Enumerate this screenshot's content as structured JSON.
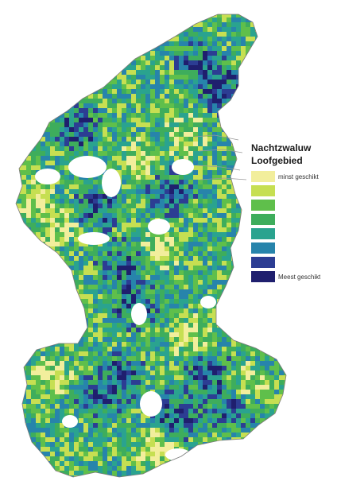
{
  "legend": {
    "title": "Nachtzwaluw",
    "subtitle": "Loofgebied",
    "classes": [
      {
        "color": "#f2ee9c",
        "label": "minst geschikt"
      },
      {
        "color": "#c6df52",
        "label": ""
      },
      {
        "color": "#5fbf4b",
        "label": ""
      },
      {
        "color": "#3ead5c",
        "label": ""
      },
      {
        "color": "#2aa38f",
        "label": ""
      },
      {
        "color": "#2784ab",
        "label": ""
      },
      {
        "color": "#2c3d93",
        "label": ""
      },
      {
        "color": "#1f1f6e",
        "label": "Meest geschikt"
      }
    ]
  },
  "colors": {
    "background": "#ffffff",
    "outline": "#7a7a7a"
  }
}
